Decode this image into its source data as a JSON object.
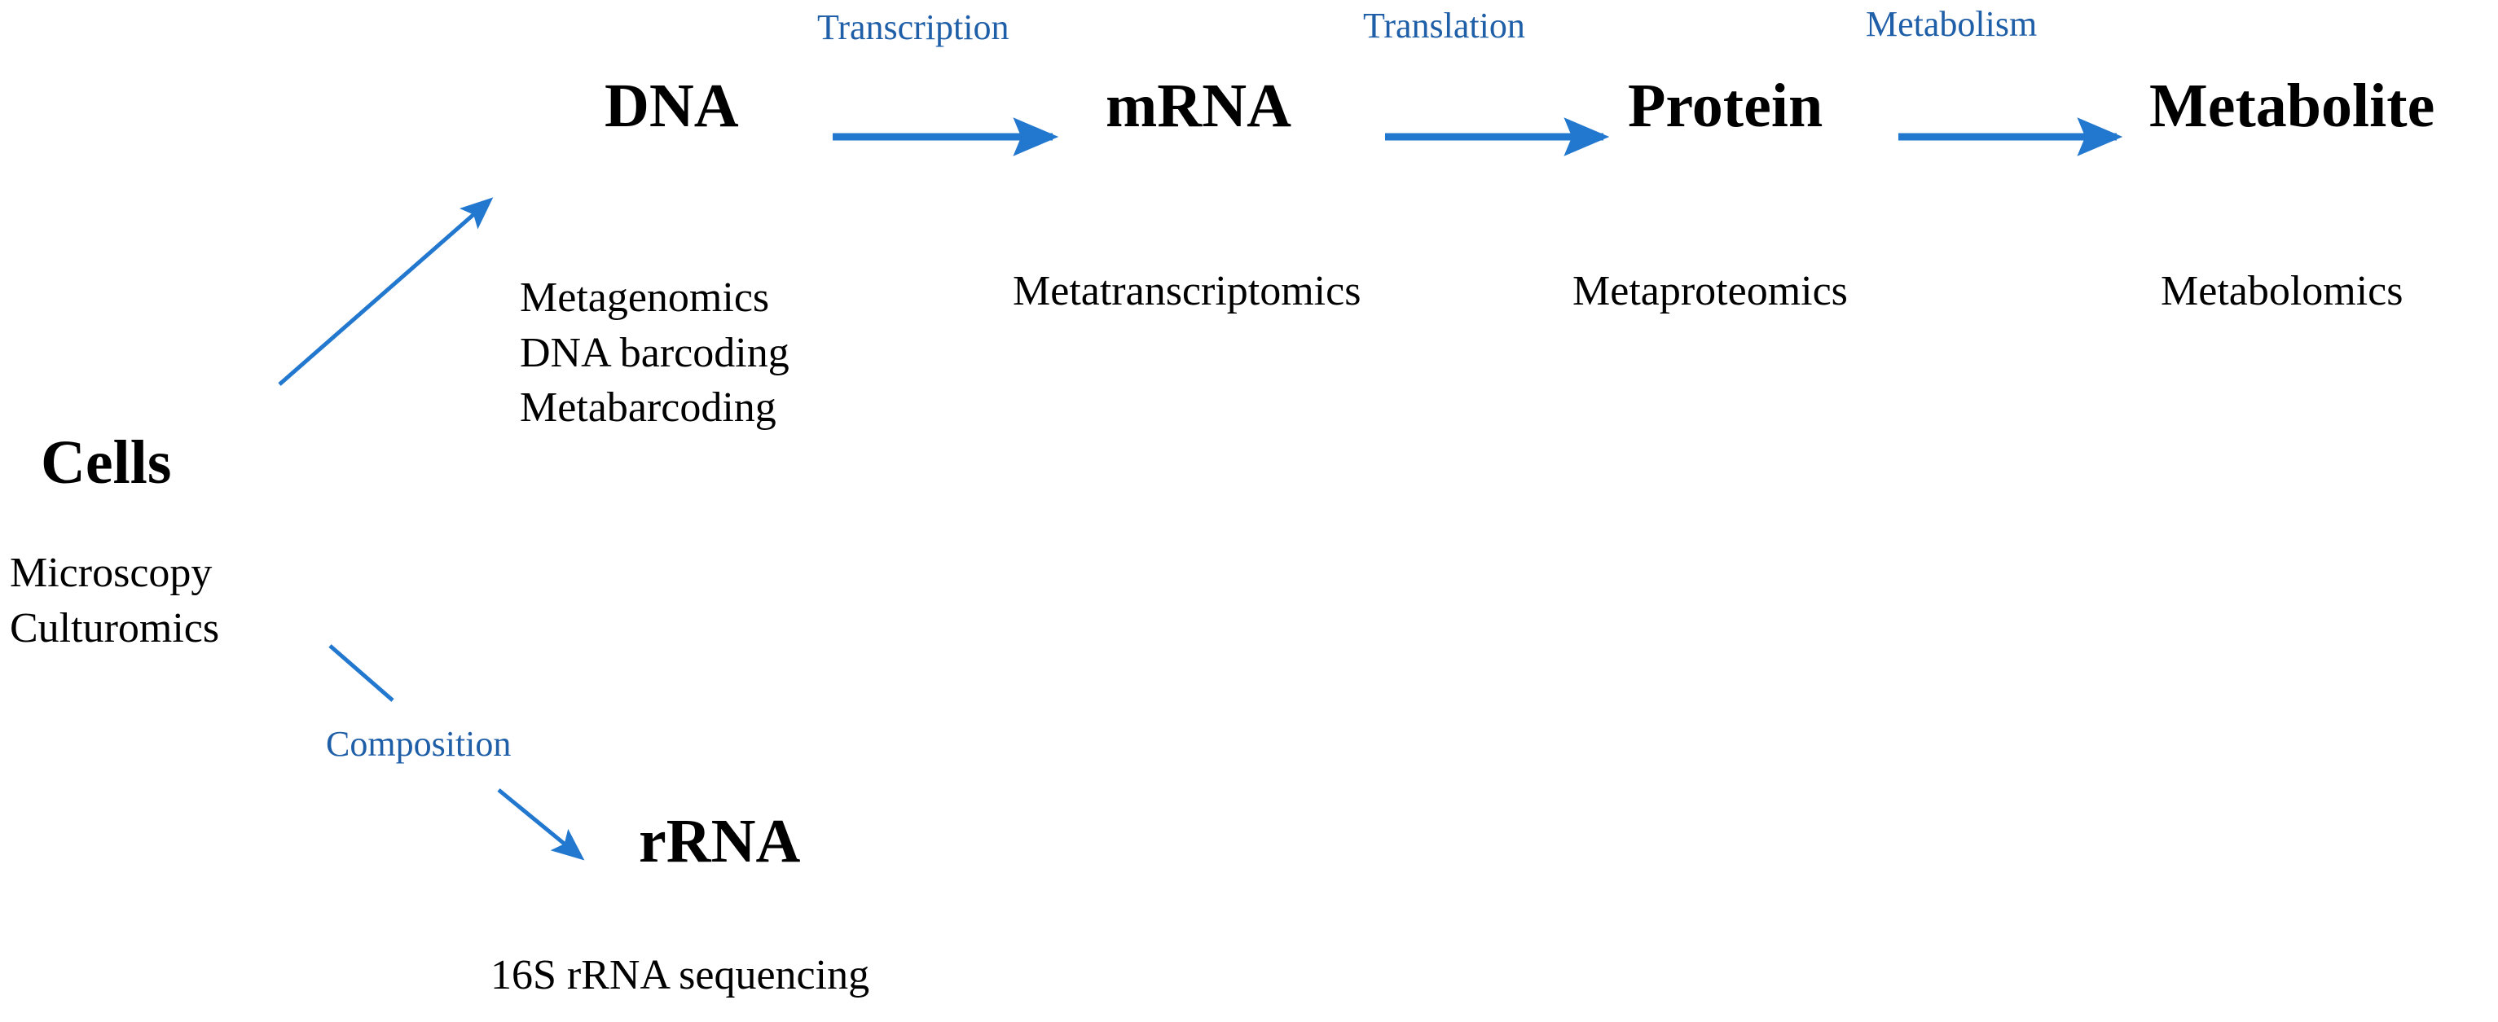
{
  "figure": {
    "kind": "multi-omics-workflow-flowchart",
    "background_color": "#ffffff",
    "node_text_color": "#000000",
    "edge_color": "#2277ce",
    "edge_label_color": "#1f5fa8"
  },
  "nodes": {
    "cells": "Cells",
    "dna": "DNA",
    "mrna": "mRNA",
    "protein": "Protein",
    "metabolite": "Metabolite",
    "rrna": "rRNA"
  },
  "edge_labels": {
    "transcription": "Transcription",
    "translation": "Translation",
    "metabolism": "Metabolism",
    "composition": "Composition"
  },
  "methods": {
    "cells": [
      "Microscopy",
      "Culturomics"
    ],
    "dna": [
      "Metagenomics",
      "DNA barcoding",
      "Metabarcoding"
    ],
    "mrna": [
      "Metatranscriptomics"
    ],
    "protein": [
      "Metaproteomics"
    ],
    "metabolite": [
      "Metabolomics"
    ],
    "rrna": [
      "16S rRNA sequencing"
    ]
  },
  "edges": [
    {
      "from": "Cells",
      "to": "DNA",
      "label": "",
      "style": "diagonal-up-arrow"
    },
    {
      "from": "DNA",
      "to": "mRNA",
      "label": "Transcription",
      "style": "horizontal-arrow"
    },
    {
      "from": "mRNA",
      "to": "Protein",
      "label": "Translation",
      "style": "horizontal-arrow"
    },
    {
      "from": "Protein",
      "to": "Metabolite",
      "label": "Metabolism",
      "style": "horizontal-arrow"
    },
    {
      "from": "Cells",
      "to": "rRNA",
      "label": "Composition",
      "style": "diagonal-down-arrow"
    }
  ]
}
